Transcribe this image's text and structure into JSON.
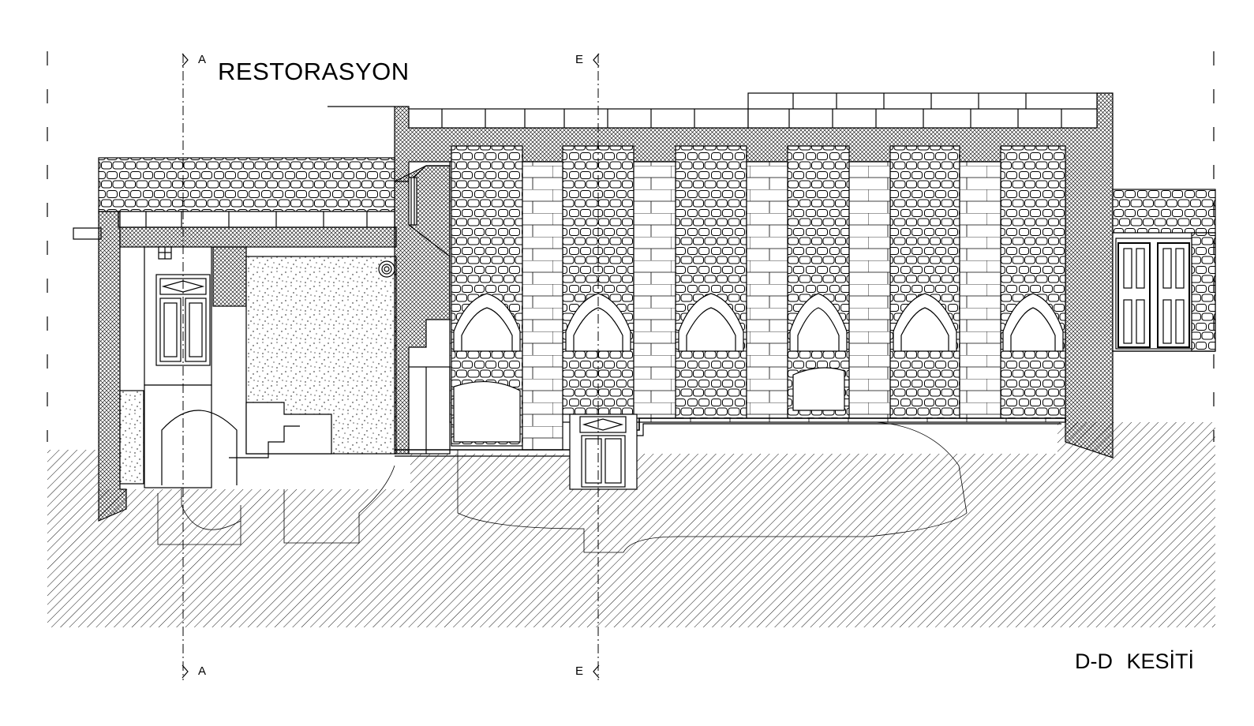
{
  "drawing": {
    "title": "RESTORASYON",
    "section_title": "D-D  KESİTİ",
    "section_marks": [
      {
        "id": "a-top",
        "letter": "A"
      },
      {
        "id": "a-bottom",
        "letter": "A"
      },
      {
        "id": "e-top",
        "letter": "E"
      },
      {
        "id": "e-bottom",
        "letter": "E"
      }
    ],
    "colors": {
      "ink": "#000000",
      "paper": "#ffffff"
    }
  }
}
